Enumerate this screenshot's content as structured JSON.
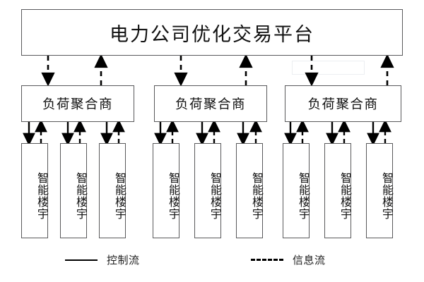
{
  "diagram": {
    "title_node": {
      "label": "电力公司优化交易平台",
      "name": "power-company-optimized-trading-platform"
    },
    "aggregators": [
      {
        "label": "负荷聚合商"
      },
      {
        "label": "负荷聚合商"
      },
      {
        "label": "负荷聚合商"
      }
    ],
    "buildings": [
      {
        "label": "智能楼宇"
      },
      {
        "label": "智能楼宇"
      },
      {
        "label": "智能楼宇"
      },
      {
        "label": "智能楼宇"
      },
      {
        "label": "智能楼宇"
      },
      {
        "label": "智能楼宇"
      },
      {
        "label": "智能楼宇"
      },
      {
        "label": "智能楼宇"
      },
      {
        "label": "智能楼宇"
      }
    ],
    "legend": {
      "control_flow": "控制流",
      "information_flow": "信息流"
    },
    "colors": {
      "box_border": "#59595b",
      "arrow": "#000000",
      "background": "#ffffff",
      "text": "#111111"
    },
    "flows": {
      "platform_to_aggregator": "information-flow-dashed",
      "aggregator_to_platform": "information-flow-dashed",
      "aggregator_to_building": "control-flow-solid",
      "building_to_aggregator": "information-flow-dashed"
    }
  }
}
